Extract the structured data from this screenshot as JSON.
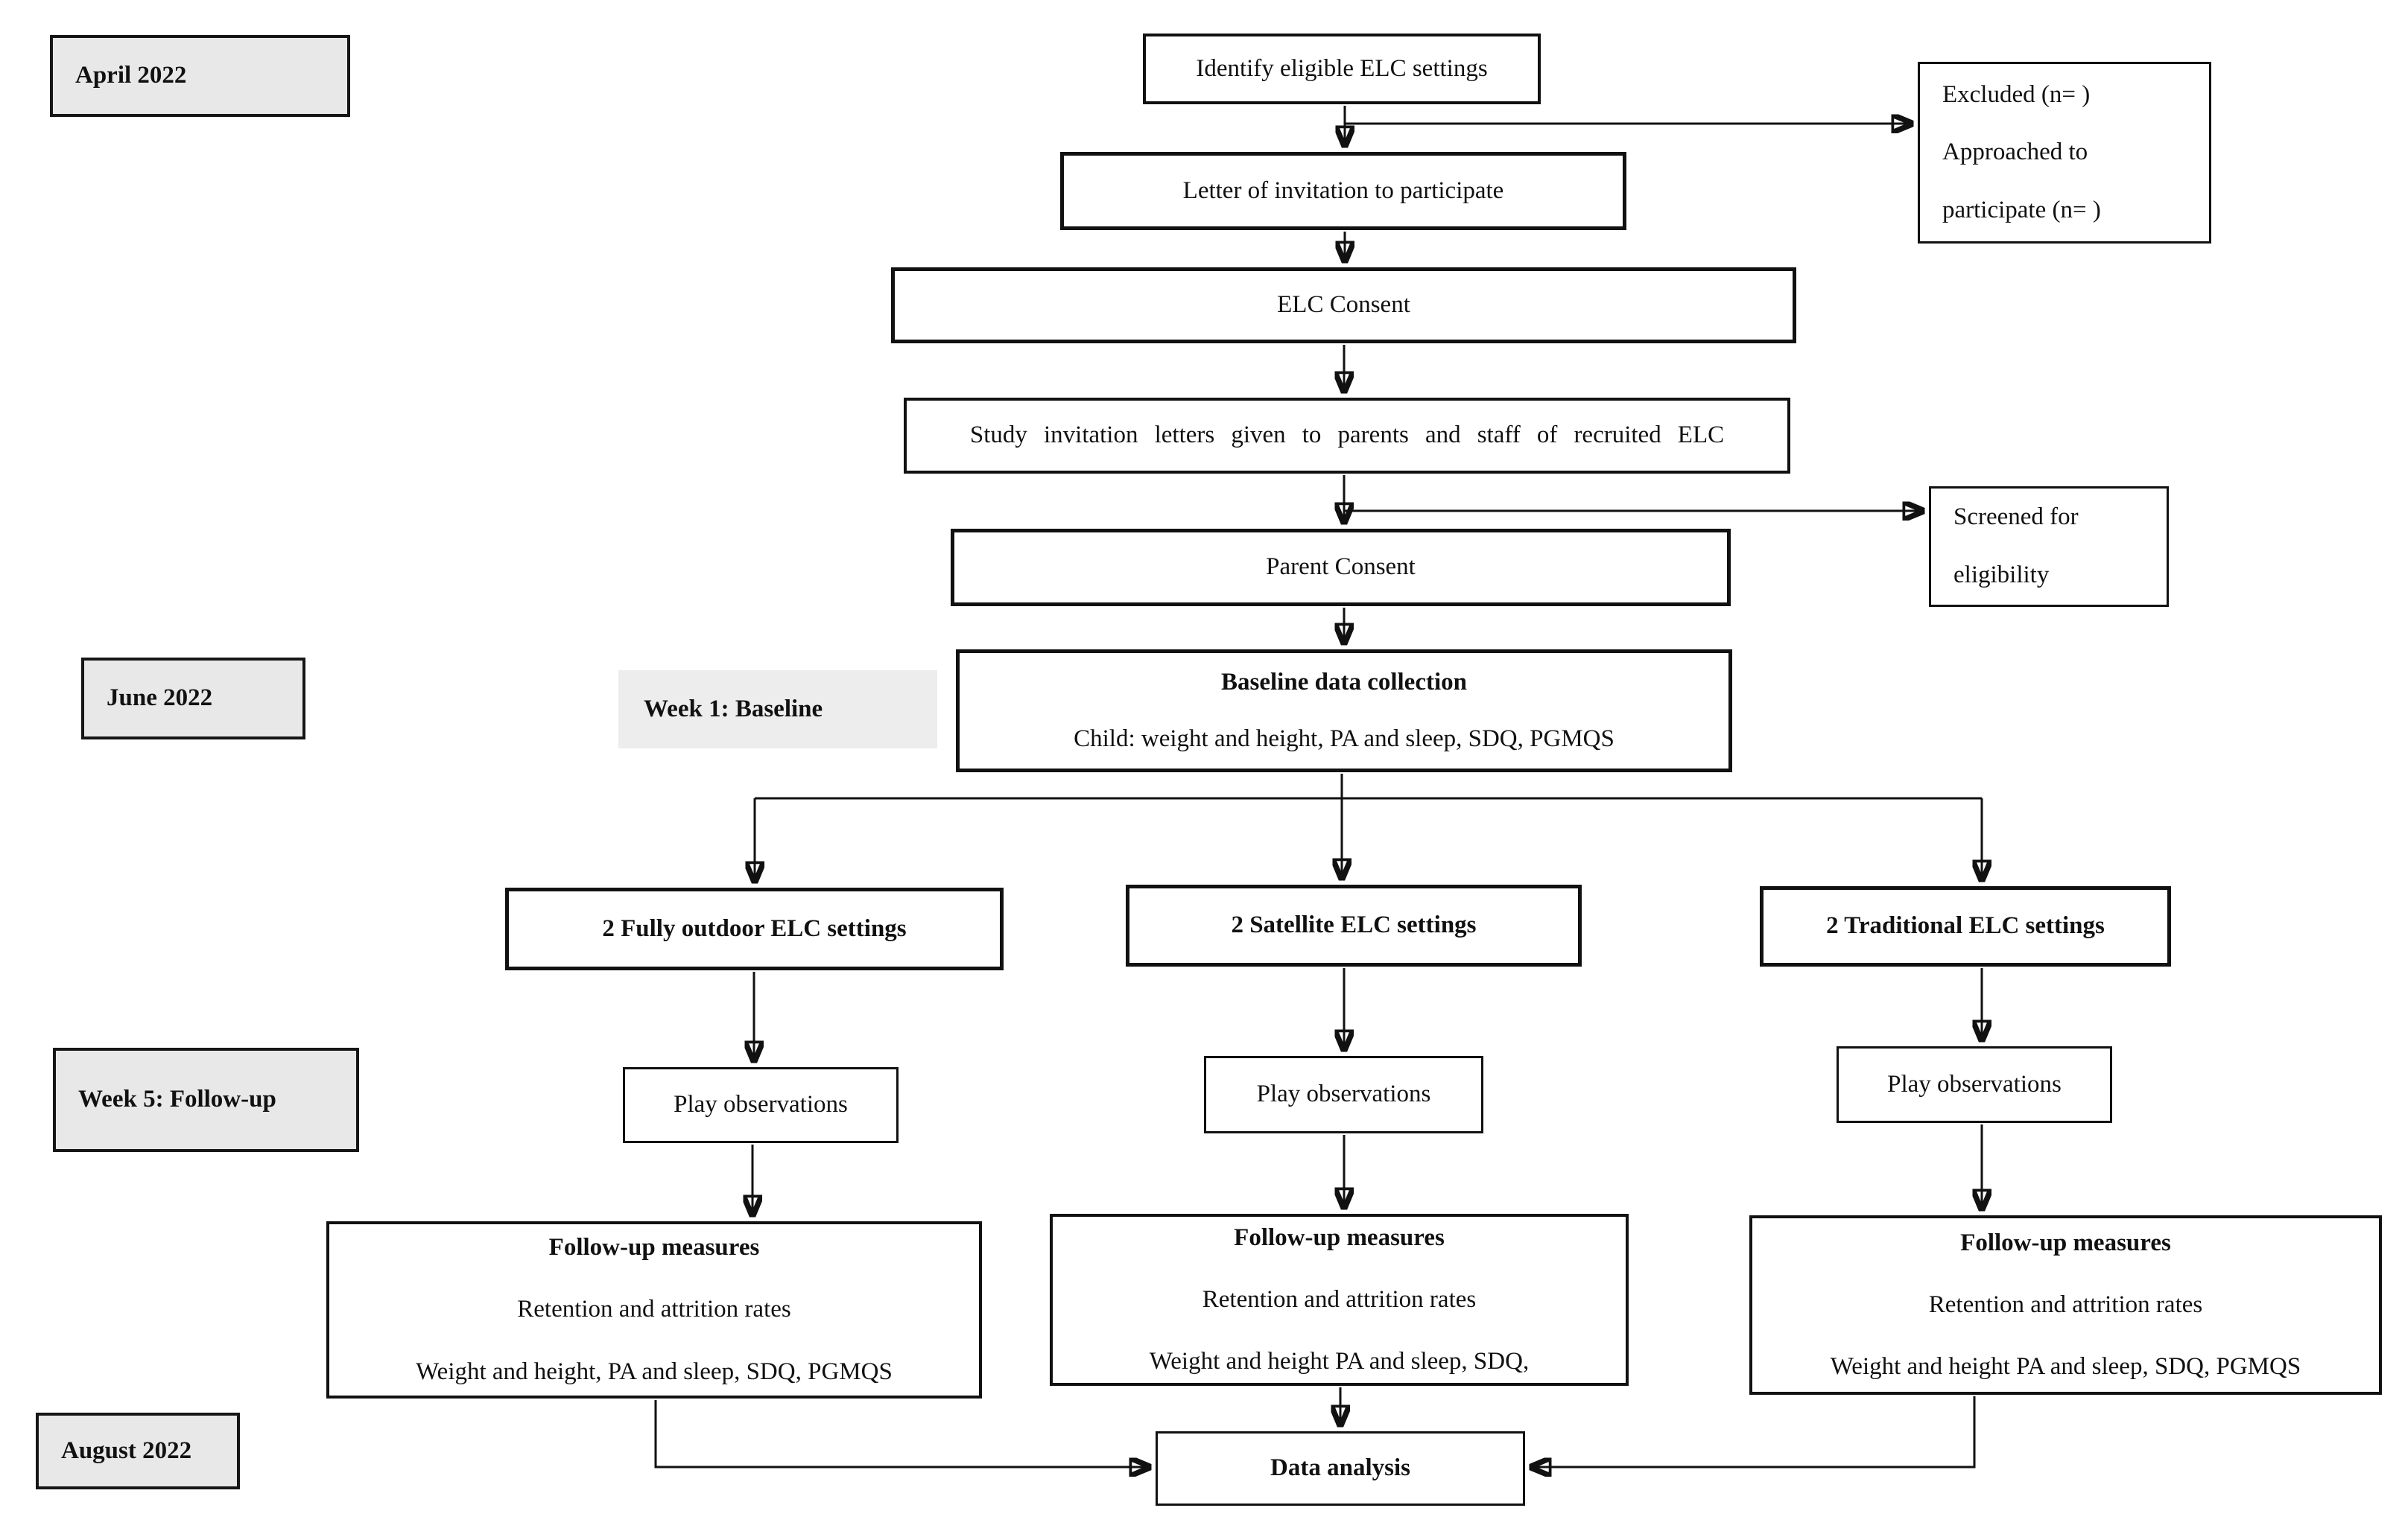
{
  "timeline": {
    "april": "April 2022",
    "june": "June 2022",
    "week5": "Week 5: Follow-up",
    "august": "August 2022",
    "week1": "Week 1: Baseline"
  },
  "flow": {
    "identify": "Identify eligible ELC settings",
    "invitation": "Letter of invitation to participate",
    "elc_consent": "ELC Consent",
    "study_letters": "Study invitation letters given to parents and staff of recruited ELC",
    "parent_consent": "Parent Consent",
    "baseline": {
      "title": "Baseline data collection",
      "detail": "Child: weight and height, PA and sleep, SDQ, PGMQS"
    },
    "data_analysis": "Data analysis"
  },
  "side": {
    "excluded": {
      "line1": "Excluded (n= )",
      "line2": "Approached to",
      "line3": "participate (n= )"
    },
    "screened": {
      "line1": "Screened for",
      "line2": "eligibility"
    }
  },
  "branches": {
    "outdoor": {
      "label": "2 Fully outdoor ELC settings",
      "play": "Play observations",
      "followup": {
        "title": "Follow-up measures",
        "line2": "Retention and attrition rates",
        "line3": "Weight and height, PA and sleep, SDQ, PGMQS"
      }
    },
    "satellite": {
      "label": "2 Satellite ELC settings",
      "play": "Play observations",
      "followup": {
        "title": "Follow-up measures",
        "line2": "Retention and attrition rates",
        "line3": "Weight and height PA and sleep, SDQ,"
      }
    },
    "traditional": {
      "label": "2 Traditional ELC settings",
      "play": "Play observations",
      "followup": {
        "title": "Follow-up measures",
        "line2": "Retention and attrition rates",
        "line3": "Weight and height PA and sleep, SDQ, PGMQS"
      }
    }
  },
  "colors": {
    "timeline_fill": "#e8e8e8",
    "highlight_fill": "#ededed",
    "line": "#111111",
    "box_bg": "#ffffff"
  }
}
